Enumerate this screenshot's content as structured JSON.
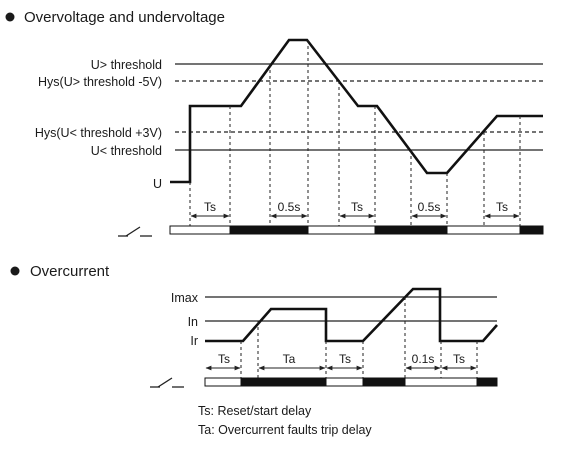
{
  "section1": {
    "title": "Overvoltage and undervoltage",
    "labels": {
      "u_over": "U> threshold",
      "hys_over": "Hys(U> threshold -5V)",
      "hys_under": "Hys(U< threshold +3V)",
      "u_under": "U< threshold",
      "u": "U"
    },
    "delays": [
      "Ts",
      "0.5s",
      "Ts",
      "0.5s",
      "Ts"
    ]
  },
  "section2": {
    "title": "Overcurrent",
    "labels": {
      "imax": "Imax",
      "in": "In",
      "ir": "Ir"
    },
    "delays": [
      "Ts",
      "Ta",
      "Ts",
      "0.1s",
      "Ts"
    ]
  },
  "legend": {
    "ts": "Ts: Reset/start delay",
    "ta": "Ta: Overcurrent faults trip delay"
  },
  "colors": {
    "line": "#111111",
    "relay_on": "#111111",
    "relay_off": "#ffffff"
  }
}
